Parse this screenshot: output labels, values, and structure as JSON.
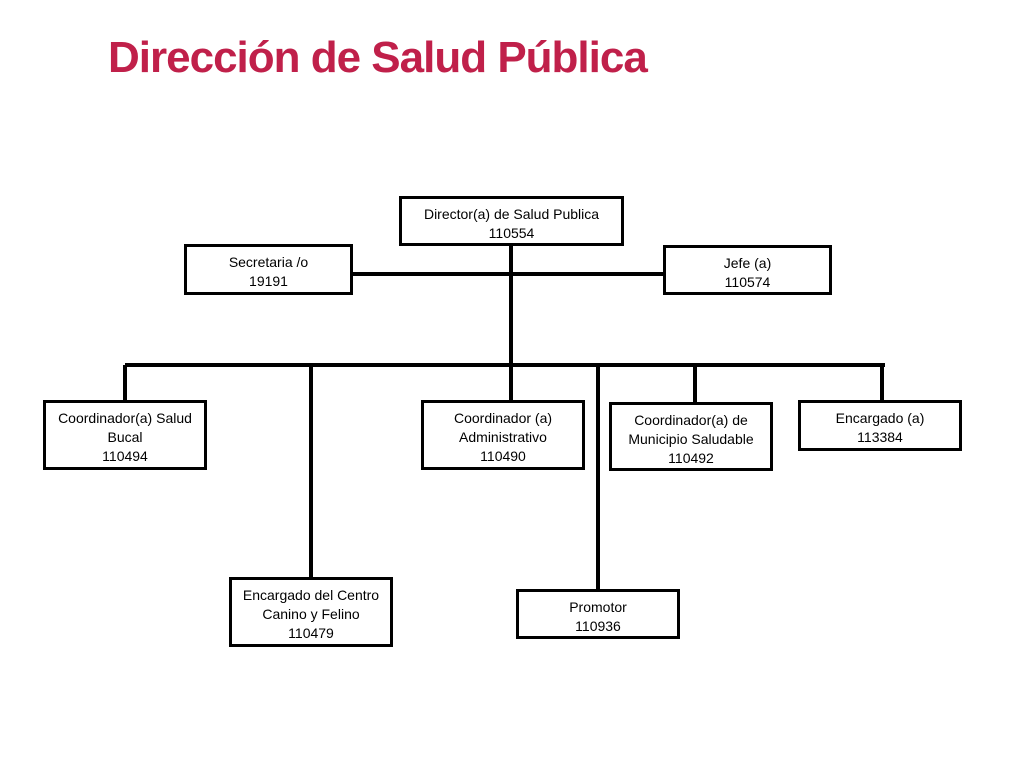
{
  "title": "Dirección de Salud Pública",
  "colors": {
    "title": "#c0204a",
    "line": "#000000",
    "box_border": "#000000",
    "box_fill": "#ffffff"
  },
  "nodes": {
    "director": {
      "role": "Director(a) de Salud Publica",
      "code": "110554"
    },
    "secretaria": {
      "role": "Secretaria /o",
      "code": "19191"
    },
    "jefe": {
      "role": "Jefe (a)",
      "code": "110574"
    },
    "salud_bucal": {
      "role_line1": "Coordinador(a) Salud",
      "role_line2": "Bucal",
      "code": "110494"
    },
    "centro_canino": {
      "role_line1": "Encargado del Centro",
      "role_line2": "Canino y Felino",
      "code": "110479"
    },
    "administrativo": {
      "role_line1": "Coordinador (a)",
      "role_line2": "Administrativo",
      "code": "110490"
    },
    "promotor": {
      "role": "Promotor",
      "code": "110936"
    },
    "municipio": {
      "role_line1": "Coordinador(a) de",
      "role_line2": "Municipio Saludable",
      "code": "110492"
    },
    "encargado": {
      "role": "Encargado (a)",
      "code": "113384"
    }
  }
}
